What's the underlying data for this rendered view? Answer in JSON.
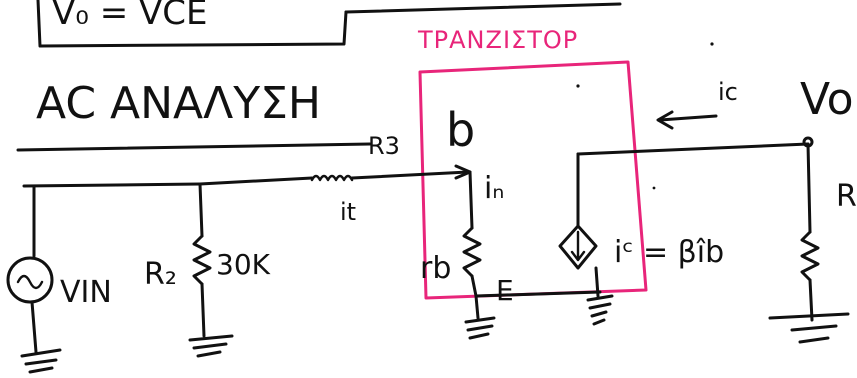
{
  "colors": {
    "ink": "#111111",
    "highlight": "#e8257a",
    "background": "#ffffff"
  },
  "top_box_formula": "V₀ = VCE",
  "transistor_title": "ΤΡΑΝΖΙΣΤΟΡ",
  "section_title": "AC ΑΝΑΛΥΣΗ",
  "labels": {
    "r3": "R3",
    "b": "b",
    "ib": "iₙ",
    "it": "it",
    "vin": "VIN",
    "r2": "R₂",
    "r2_value": "30K",
    "rb": "rb",
    "e": "E",
    "ic_arrow": "ic",
    "ic_eq": "iᶜ = βîb",
    "vo": "Vo",
    "r_right": "R"
  }
}
